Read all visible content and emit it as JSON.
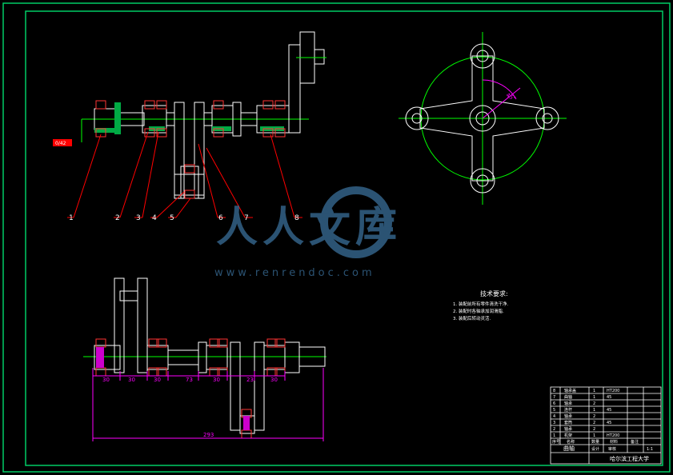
{
  "colors": {
    "background": "#000000",
    "frame": "#00cc66",
    "outline": "#ffffff",
    "centerline": "#00ff00",
    "leader": "#ff0000",
    "dimension": "#ff00ff",
    "bearing": "#ff3333",
    "bearing_fill": "#ffff00",
    "watermark": "#3a6f9a"
  },
  "balloons": [
    "1",
    "2",
    "3",
    "4",
    "5",
    "6",
    "7",
    "8"
  ],
  "surface_note": "0/42",
  "angle_label": "45°",
  "dimensions": [
    "30",
    "30",
    "30",
    "73",
    "30",
    "23",
    "30",
    "293"
  ],
  "notes": {
    "title": "技术要求:",
    "items": [
      "1. 装配前所有零件清洗干净.",
      "2. 装配时各轴承加润滑脂.",
      "3. 装配后转动灵活."
    ]
  },
  "title_block": {
    "rows": [
      {
        "no": "8",
        "name": "轴承盖",
        "qty": "1",
        "material": "HT200"
      },
      {
        "no": "7",
        "name": "曲轴",
        "qty": "1",
        "material": "45"
      },
      {
        "no": "6",
        "name": "轴承",
        "qty": "2",
        "material": ""
      },
      {
        "no": "5",
        "name": "连杆",
        "qty": "1",
        "material": "45"
      },
      {
        "no": "4",
        "name": "轴承",
        "qty": "2",
        "material": ""
      },
      {
        "no": "3",
        "name": "套筒",
        "qty": "2",
        "material": "45"
      },
      {
        "no": "2",
        "name": "轴承",
        "qty": "2",
        "material": ""
      },
      {
        "no": "1",
        "name": "机架",
        "qty": "1",
        "material": "HT200"
      }
    ],
    "header": {
      "no": "序号",
      "name": "名称",
      "qty": "数量",
      "material": "材料",
      "remark": "备注"
    },
    "drawing_name": "曲轴",
    "designer": "设计",
    "checker": "审核",
    "scale": "1:1",
    "university": "哈尔滨工程大学"
  },
  "watermark": {
    "brand": "人人文库",
    "url": "www.renrendoc.com"
  }
}
